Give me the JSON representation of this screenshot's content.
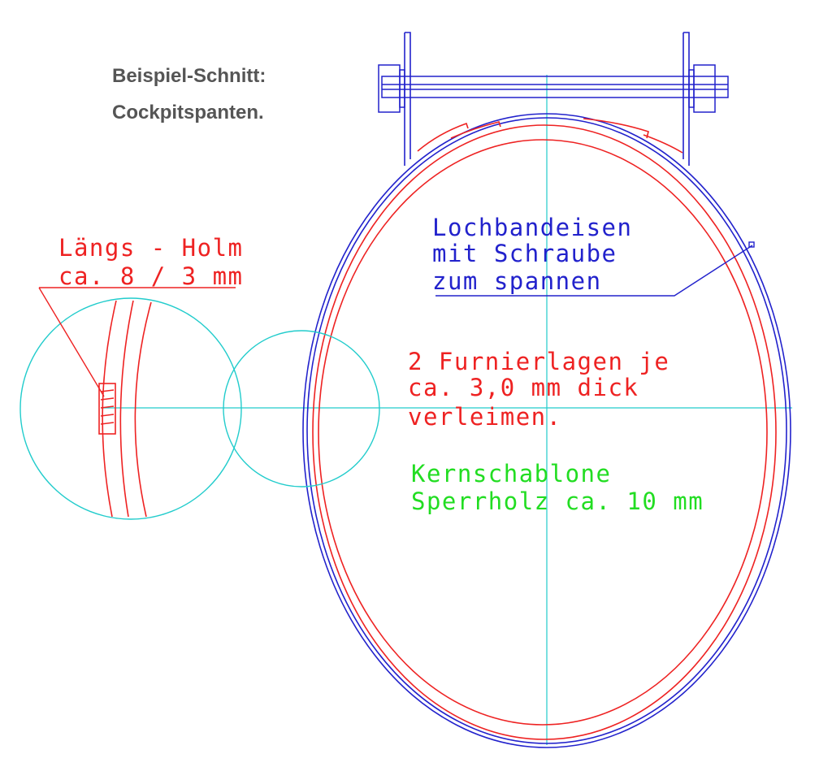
{
  "title": {
    "line1": "Beispiel-Schnitt:",
    "line2": "Cockpitspanten."
  },
  "labels": {
    "laengs_holm_1": "Längs - Holm",
    "laengs_holm_2": "ca. 8 / 3 mm",
    "lochband_1": "Lochbandeisen",
    "lochband_2": "mit Schraube",
    "lochband_3": "zum spannen",
    "furnier_1": "2 Furnierlagen je",
    "furnier_2": "ca. 3,0 mm dick",
    "furnier_3": "verleimen.",
    "kern_1": "Kernschablone",
    "kern_2": "Sperrholz ca. 10 mm"
  },
  "colors": {
    "title": "#555555",
    "outer_band": "#2222cc",
    "veneer": "#ee2222",
    "core": "#22dd22",
    "centerline": "#22cccc"
  }
}
